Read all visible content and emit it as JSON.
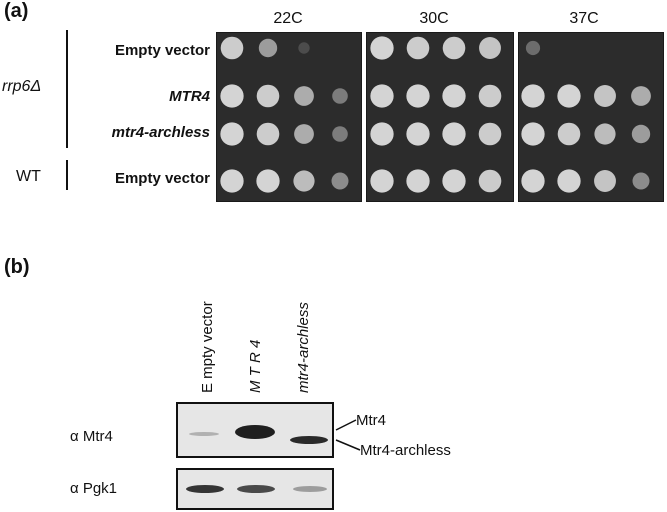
{
  "panel_a": {
    "label": "(a)",
    "temperatures": [
      "22C",
      "30C",
      "37C"
    ],
    "genotype_mutant": "rrp6Δ",
    "genotype_wt": "WT",
    "rows": [
      {
        "label": "Empty vector",
        "italic": false
      },
      {
        "label": "MTR4",
        "italic": true
      },
      {
        "label": "mtr4-archless",
        "italic": true
      },
      {
        "label": "Empty vector",
        "italic": false
      }
    ],
    "growth_22C": [
      [
        0.9,
        0.6,
        0.1,
        0.0
      ],
      [
        0.95,
        0.9,
        0.7,
        0.4
      ],
      [
        0.95,
        0.9,
        0.7,
        0.4
      ],
      [
        0.95,
        0.95,
        0.8,
        0.5
      ]
    ],
    "growth_30C": [
      [
        0.95,
        0.9,
        0.9,
        0.85
      ],
      [
        0.95,
        0.95,
        0.95,
        0.9
      ],
      [
        0.95,
        0.95,
        0.95,
        0.9
      ],
      [
        0.95,
        0.95,
        0.95,
        0.9
      ]
    ],
    "growth_37C": [
      [
        0.3,
        0.0,
        0.0,
        0.0
      ],
      [
        0.95,
        0.95,
        0.85,
        0.7
      ],
      [
        0.95,
        0.9,
        0.8,
        0.6
      ],
      [
        0.95,
        0.95,
        0.85,
        0.5
      ]
    ]
  },
  "panel_b": {
    "label": "(b)",
    "lanes": [
      "E mpty vector",
      "M T R 4",
      "mtr4-archless"
    ],
    "blots": [
      {
        "antibody": "α Mtr4",
        "bands": [
          "Mtr4",
          "Mtr4-archless"
        ]
      },
      {
        "antibody": "α Pgk1"
      }
    ]
  },
  "colors": {
    "spot": "#cfcfcf",
    "plate": "#2c2c2c",
    "band": "#141414"
  }
}
